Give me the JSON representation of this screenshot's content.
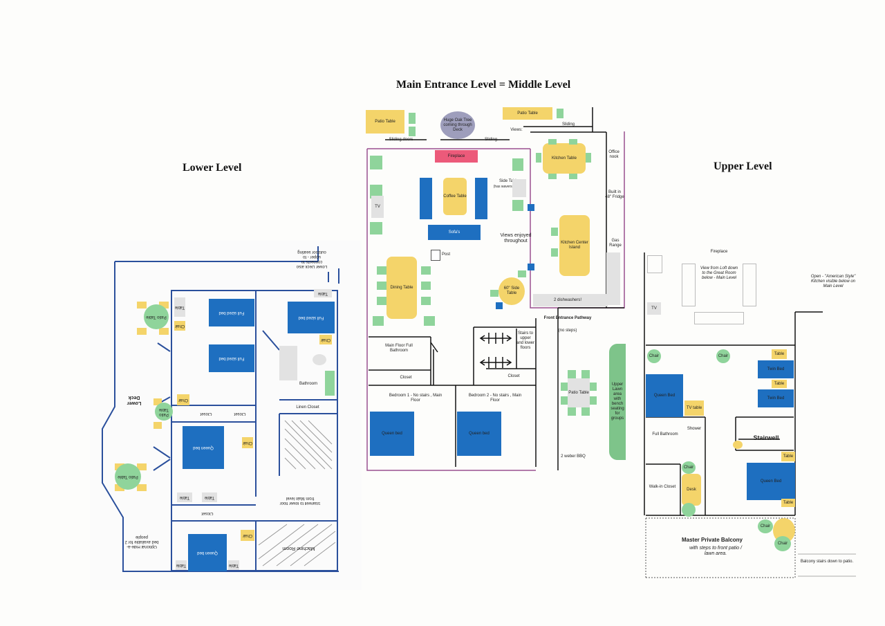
{
  "titles": {
    "main": "Main Entrance Level = Middle Level",
    "lower": "Lower Level",
    "upper": "Upper Level"
  },
  "middle": {
    "patio_table_top": "Patio Table",
    "oak_tree": "Huge Oak Tree coming through Deck",
    "patio_table_top2": "Patio Table",
    "views_top": "Views:",
    "sliding_top": "Sliding",
    "sliding_doors": "Sliding doors",
    "sliding_mid": "Sliding",
    "fireplace": "Fireplace",
    "kitchen_table": "Kitchen Table",
    "office_nook": "Office nook",
    "side_table": "Side Table",
    "side_table_note": "(has wavers to sit x)",
    "coffee_table": "Coffee Table",
    "tv": "TV",
    "built_in_fridge": "Built in 48\" Fridge",
    "sofa": "Sofa's",
    "views_enjoyed": "Views enjoyed throughout",
    "kitchen_island": "Kitchen Center Island",
    "gas_range": "Gas Range",
    "post": "Post",
    "dining_table": "Dining Table",
    "side_table_60": "60\" Side Table",
    "dishwashers": "2 dishwashers!",
    "front_entrance": "Front Entrance Pathway",
    "no_steps": "(no steps)",
    "main_bath": "Main Floor Full Bathroom",
    "stairs": "Stairs to upper and lower floors",
    "closet1": "Closet",
    "closet2": "Closet",
    "patio_table": "Patio Table",
    "upper_lawn": "Upper Lawn area with bench seating for groups",
    "bedroom1": "Bedroom 1 - No stairs , Main Floor",
    "bedroom2": "Bedroom 2 - No stairs , Main Floor",
    "queen_bed1": "Queen bed",
    "queen_bed2": "Queen bed",
    "bbq": "2 weber BBQ"
  },
  "lower": {
    "lower_deck": "Lower Deck",
    "deck_note": "Lower Deck also connects to upper - to outdoor seating",
    "patio_table1": "Patio Table",
    "patio_table2": "Patio Table",
    "patio_table3": "Patio Table",
    "bed1": "Full sized bed",
    "bed2": "Full sized bed",
    "bed3": "Queen bed",
    "bed4": "Queen bed",
    "bed5": "Full sized bed",
    "table1": "Table",
    "table2": "Table",
    "table3": "Table",
    "table4": "Table",
    "table5": "Table",
    "table6": "Table",
    "chair1": "Chair",
    "chair2": "Chair",
    "chair3": "Chair",
    "chair4": "Chair",
    "chair5": "Chair",
    "closet1": "Closet",
    "closet2": "Closet",
    "closet3": "Closet",
    "linen_closet": "Linen Closet",
    "bathroom": "Bathroom",
    "machine_room": "Machine Room",
    "stairwell": "Stairwell to lower floor from Main level",
    "note": "Optional Hide-a-bed available for 2 people"
  },
  "upper": {
    "fireplace": "Fireplace",
    "view_note": "View from Loft down to the Great Room below - Main Level",
    "kitchen_note": "Open - \"American Style\" Kitchen visible below on Main Level",
    "tv": "TV",
    "chair1": "Chair",
    "chair2": "Chair",
    "table1": "Table",
    "twin_bed1": "Twin Bed",
    "table2": "Table",
    "twin_bed2": "Twin Bed",
    "queen_bed1": "Queen Bed",
    "tv_table": "TV table",
    "full_bath": "Full Bathroom",
    "shower": "Shower",
    "stairwell": "Stairwell",
    "table3": "Table",
    "chair3": "Chair",
    "queen_bed2": "Queen Bed",
    "walk_in": "Walk-in Closet",
    "desk": "Desk",
    "table4": "Table",
    "chair4": "Chair",
    "chair5": "Chair",
    "balcony": "Master Private Balcony",
    "balcony_note": "with steps to front patio / lawn area.",
    "balcony_stairs": "Balcony stairs down to patio."
  }
}
